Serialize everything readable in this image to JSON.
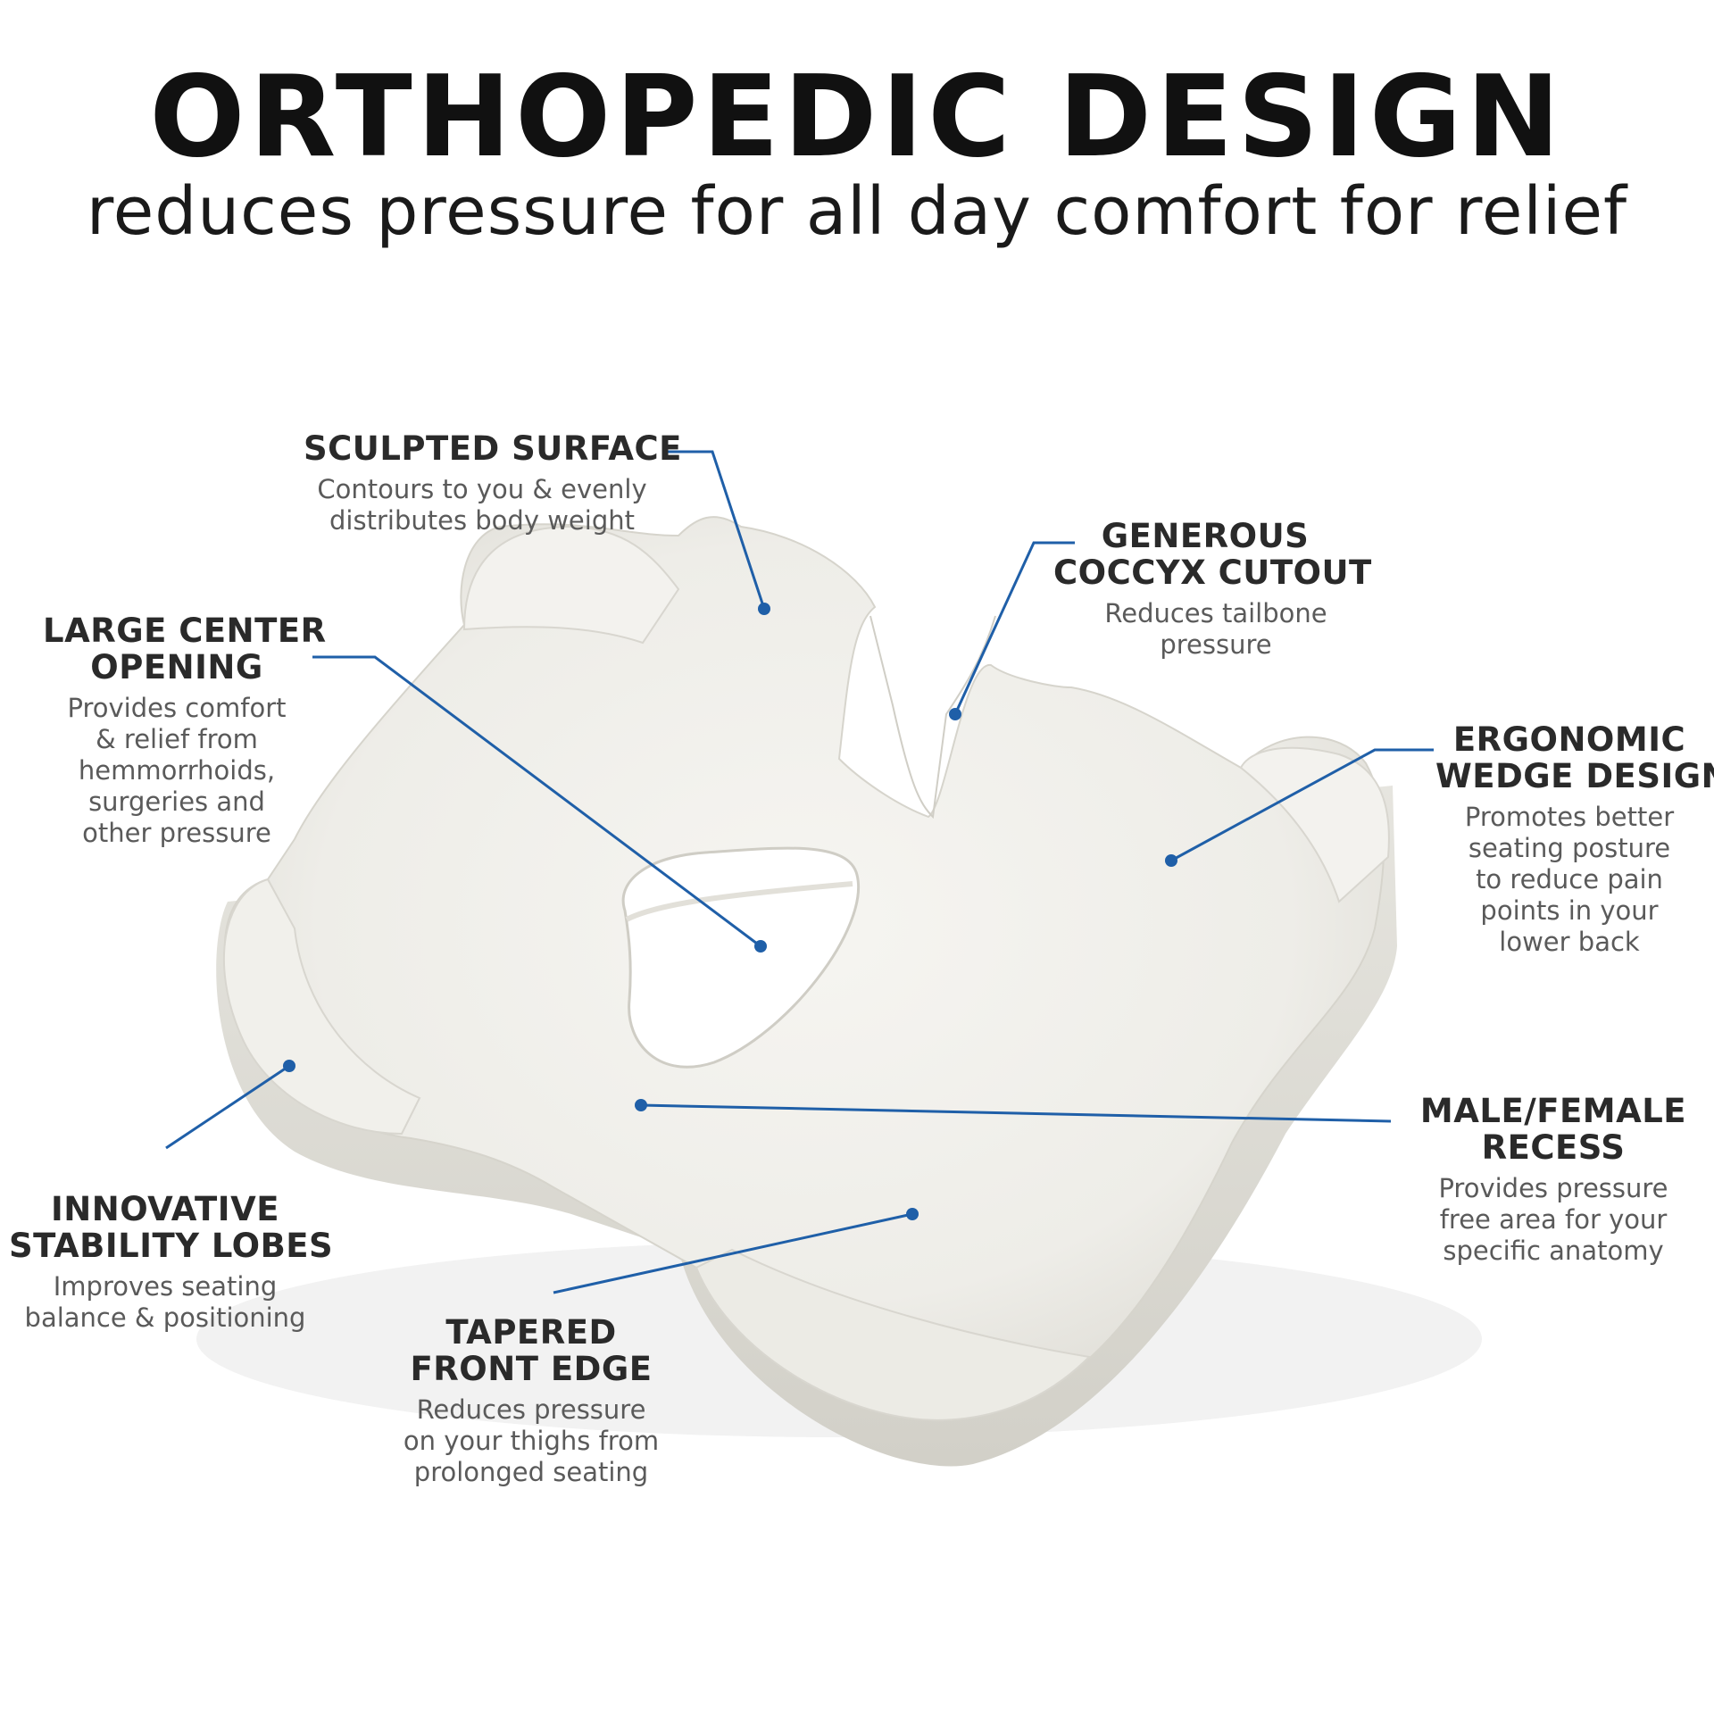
{
  "header": {
    "title": "ORTHOPEDIC DESIGN",
    "subtitle": "reduces pressure for all day comfort for relief"
  },
  "colors": {
    "leader_line": "#1f5fa8",
    "cushion": "#f0efea",
    "cushion_shadow": "#dcdbd4"
  },
  "callouts": {
    "sculpted_surface": {
      "title": [
        "SCULPTED SURFACE"
      ],
      "description": [
        "Contours to you & evenly",
        "distributes body weight"
      ]
    },
    "coccyx_cutout": {
      "title": [
        "GENEROUS",
        "COCCYX CUTOUT"
      ],
      "description": [
        "Reduces tailbone",
        "pressure"
      ]
    },
    "center_opening": {
      "title": [
        "LARGE CENTER",
        "OPENING"
      ],
      "description": [
        "Provides comfort",
        "& relief from",
        "hemmorrhoids,",
        "surgeries and",
        "other pressure"
      ]
    },
    "wedge_design": {
      "title": [
        "ERGONOMIC",
        "WEDGE DESIGN"
      ],
      "description": [
        "Promotes better",
        "seating posture",
        "to reduce pain",
        "points in your",
        "lower back"
      ]
    },
    "recess": {
      "title": [
        "MALE/FEMALE",
        "RECESS"
      ],
      "description": [
        "Provides pressure",
        "free area for your",
        "specific anatomy"
      ]
    },
    "stability_lobes": {
      "title": [
        "INNOVATIVE",
        "STABILITY LOBES"
      ],
      "description": [
        "Improves seating",
        "balance & positioning"
      ]
    },
    "front_edge": {
      "title": [
        "TAPERED",
        "FRONT EDGE"
      ],
      "description": [
        "Reduces pressure",
        "on your thighs from",
        "prolonged seating"
      ]
    }
  }
}
